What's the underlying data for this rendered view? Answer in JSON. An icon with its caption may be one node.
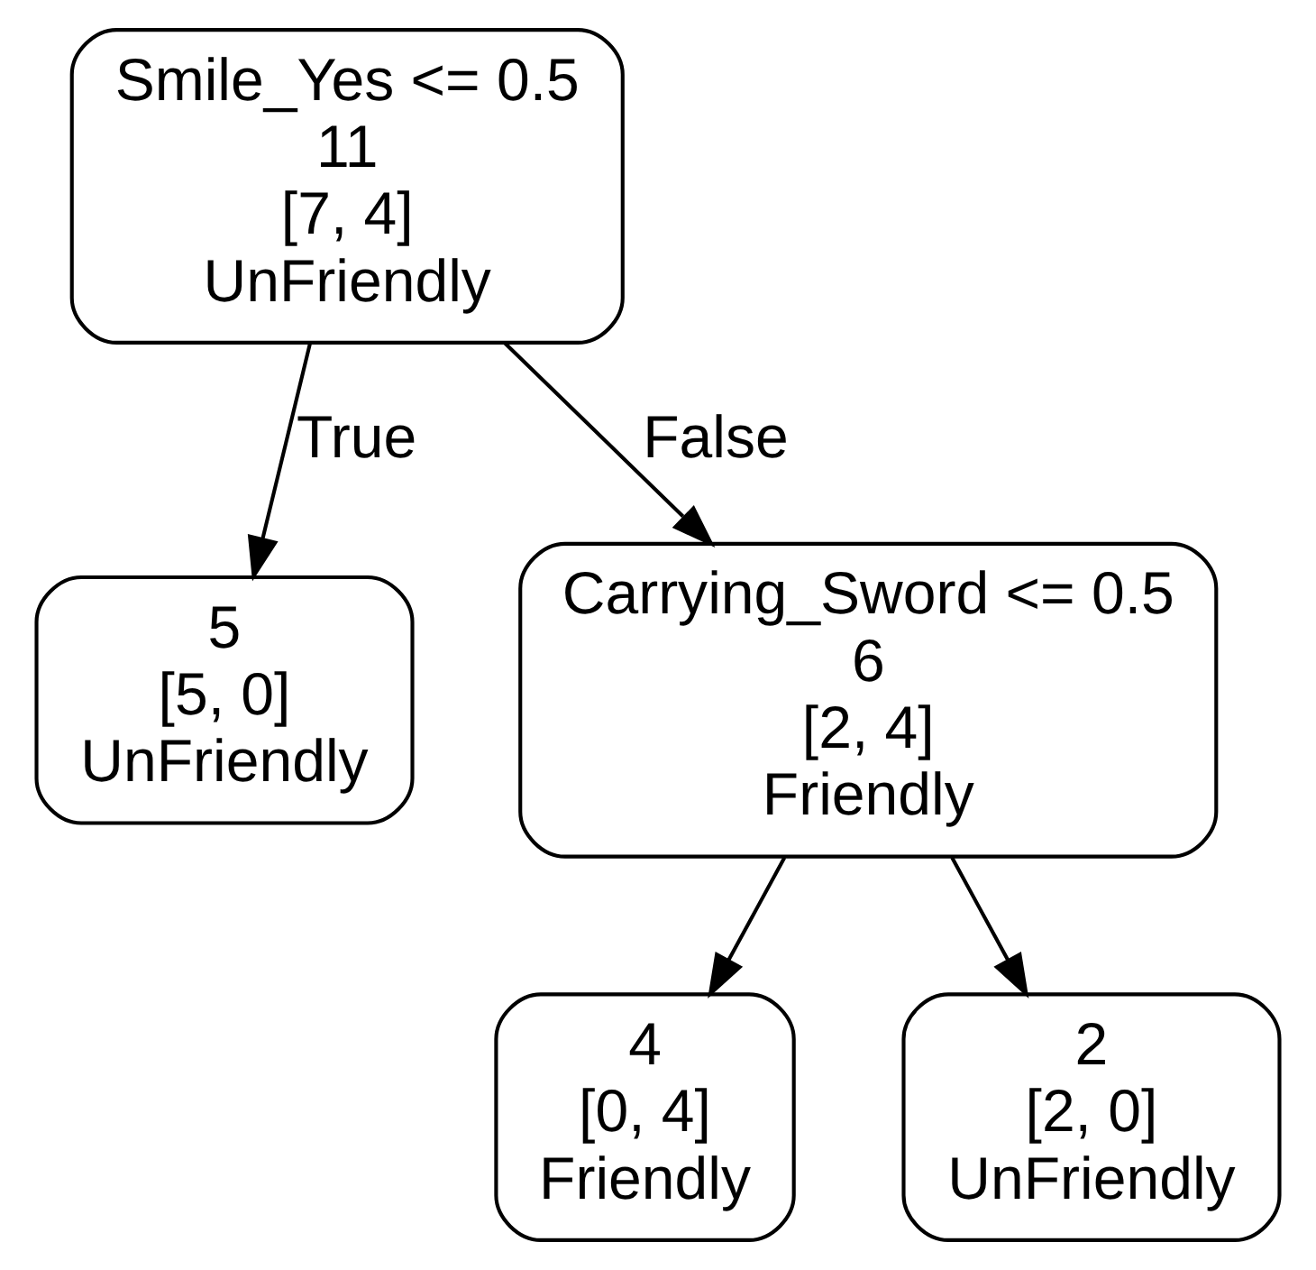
{
  "diagram": {
    "nodes": [
      {
        "text": [
          "Smile_Yes <= 0.5",
          "11",
          "[7, 4]",
          "UnFriendly"
        ]
      },
      {
        "text": [
          "5",
          "[5, 0]",
          "UnFriendly"
        ]
      },
      {
        "text": [
          "Carrying_Sword <= 0.5",
          "6",
          "[2, 4]",
          "Friendly"
        ]
      },
      {
        "text": [
          "4",
          "[0, 4]",
          "Friendly"
        ]
      },
      {
        "text": [
          "2",
          "[2, 0]",
          "UnFriendly"
        ]
      }
    ],
    "edges": [
      {
        "from": 0,
        "to": 1,
        "arrow": "to",
        "label": "True"
      },
      {
        "from": 0,
        "to": 2,
        "arrow": "to",
        "label": "False"
      },
      {
        "from": 2,
        "to": 3,
        "arrow": "to"
      },
      {
        "from": 2,
        "to": 4,
        "arrow": "to"
      }
    ]
  }
}
